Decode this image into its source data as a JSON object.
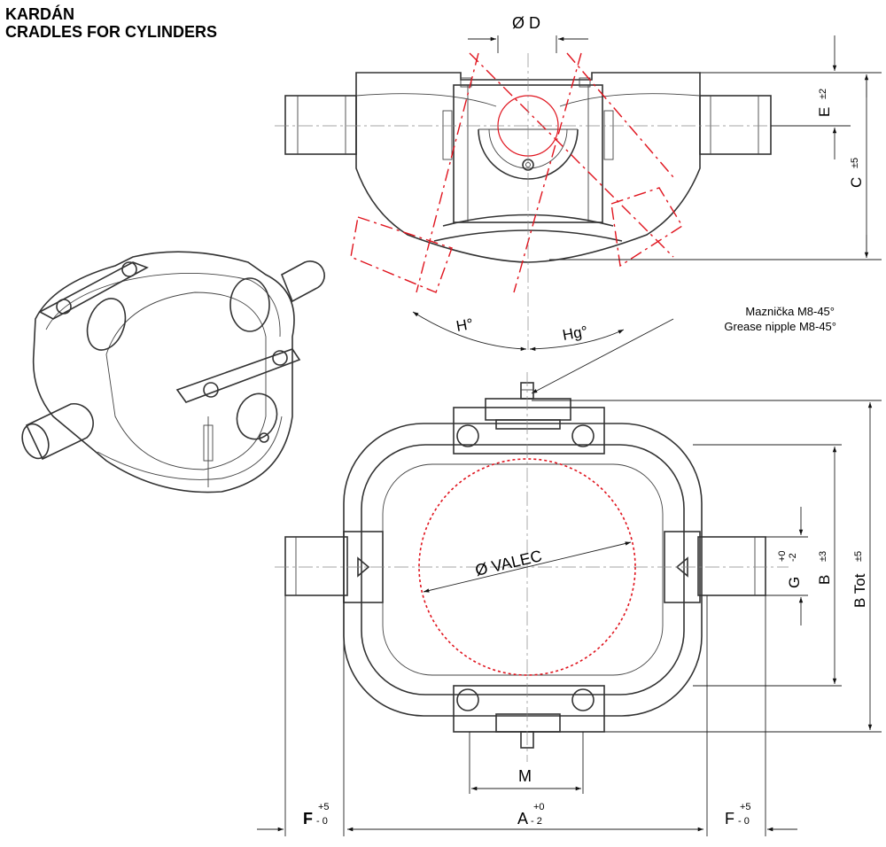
{
  "header": {
    "line1": "KARDÁN",
    "line2": "CRADLES FOR CYLINDERS"
  },
  "labels": {
    "d": "Ø D",
    "e": "E",
    "e_tol": "±2",
    "c": "C",
    "c_tol": "±5",
    "h": "H°",
    "hg": "Hg°",
    "nipple_cz": "Maznička M8-45°",
    "nipple_en": "Grease nipple M8-45°",
    "valec": "Ø VALEC",
    "g": "G",
    "g_tol_plus": "+0",
    "g_tol_minus": "-2",
    "b": "B",
    "b_tol": "±3",
    "btot": "B Tot",
    "btot_tol": "±5",
    "m": "M",
    "f": "F",
    "f_tol_plus": "+5",
    "f_tol_minus": "- 0",
    "a": "A",
    "a_tol_plus": "+0",
    "a_tol_minus": "- 2"
  },
  "colors": {
    "line": "#333333",
    "accent_red": "#e0141e",
    "text": "#000000"
  }
}
